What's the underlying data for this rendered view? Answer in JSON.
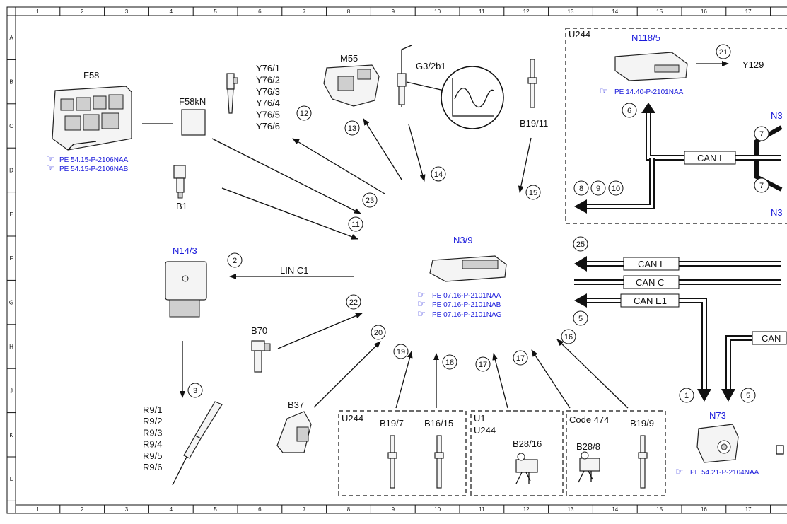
{
  "grid": {
    "columns": [
      "1",
      "2",
      "3",
      "4",
      "5",
      "6",
      "7",
      "8",
      "9",
      "10",
      "11",
      "12",
      "13",
      "14",
      "15",
      "16",
      "17"
    ],
    "rows": [
      "A",
      "B",
      "C",
      "D",
      "E",
      "F",
      "G",
      "H",
      "J",
      "K",
      "L"
    ]
  },
  "components": {
    "f58": "F58",
    "f58kn": "F58kN",
    "b1": "B1",
    "y76": [
      "Y76/1",
      "Y76/2",
      "Y76/3",
      "Y76/4",
      "Y76/5",
      "Y76/6"
    ],
    "m55": "M55",
    "g3_2b1": "G3/2b1",
    "b19_11": "B19/11",
    "n14_3": "N14/3",
    "n3_9": "N3/9",
    "b70": "B70",
    "b37": "B37",
    "r9": [
      "R9/1",
      "R9/2",
      "R9/3",
      "R9/4",
      "R9/5",
      "R9/6"
    ],
    "b19_7": "B19/7",
    "b16_15": "B16/15",
    "b28_16": "B28/16",
    "b28_8": "B28/8",
    "b19_9": "B19/9",
    "n73": "N73",
    "n118_5": "N118/5",
    "y129": "Y129",
    "n3_cut_top": "N3",
    "n3_cut_bottom": "N3"
  },
  "groups": {
    "u244_top": "U244",
    "u244_bottom": "U244",
    "u1": "U1",
    "u244_u1": "U244",
    "code474": "Code 474"
  },
  "references": {
    "f58_ref1": "PE 54.15-P-2106NAA",
    "f58_ref2": "PE 54.15-P-2106NAB",
    "n3_9_ref1": "PE 07.16-P-2101NAA",
    "n3_9_ref2": "PE 07.16-P-2101NAB",
    "n3_9_ref3": "PE 07.16-P-2101NAG",
    "n118_ref": "PE 14.40-P-2101NAA",
    "n73_ref": "PE 54.21-P-2104NAA"
  },
  "buses": {
    "lin": "LIN C1",
    "can_i_top": "CAN I",
    "can_i": "CAN I",
    "can_c": "CAN C",
    "can_e1": "CAN E1",
    "can_cut": "CAN"
  },
  "signals": [
    "1",
    "2",
    "3",
    "5",
    "5",
    "6",
    "7",
    "7",
    "8",
    "9",
    "10",
    "11",
    "12",
    "13",
    "14",
    "15",
    "16",
    "17",
    "17",
    "18",
    "19",
    "20",
    "21",
    "22",
    "23",
    "25"
  ]
}
